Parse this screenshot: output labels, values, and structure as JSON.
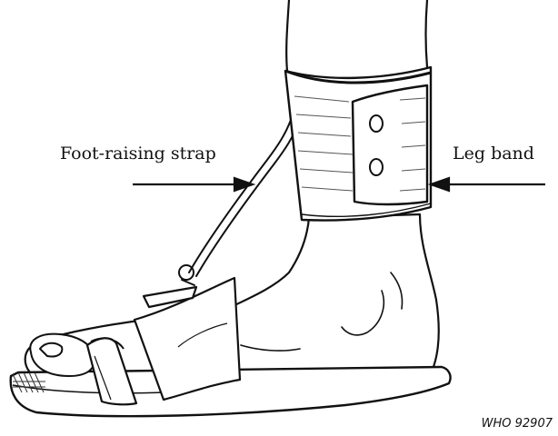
{
  "labels": {
    "foot_raising_strap": "Foot-raising strap",
    "leg_band": "Leg band"
  },
  "credit": "WHO 92907",
  "colors": {
    "ink": "#111111",
    "paper": "#ffffff",
    "band_hatching": "#555555"
  }
}
